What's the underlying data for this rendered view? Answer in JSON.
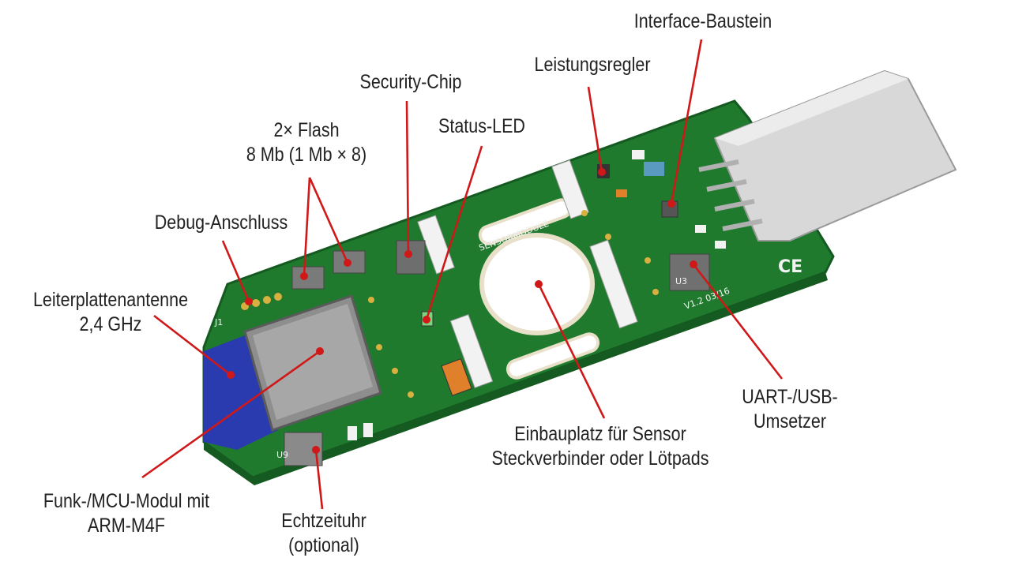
{
  "labels": {
    "interface": [
      "Interface-Baustein"
    ],
    "regulator": [
      "Leistungsregler"
    ],
    "security": [
      "Security-Chip"
    ],
    "led": [
      "Status-LED"
    ],
    "flash": [
      "2× Flash",
      "8 Mb (1 Mb × 8)"
    ],
    "debug": [
      "Debug-Anschluss"
    ],
    "antenna": [
      "Leiterplattenantenne",
      "2,4 GHz"
    ],
    "uart": [
      "UART-/USB-",
      "Umsetzer"
    ],
    "sensor": [
      "Einbauplatz für Sensor",
      "Steckverbinder oder Lötpads"
    ],
    "mcu": [
      "Funk-/MCU-Modul mit",
      "ARM-M4F"
    ],
    "rtc": [
      "Echtzeituhr",
      "(optional)"
    ]
  },
  "silkscreen": {
    "name": "SENSORMODULE",
    "version": "V1.2 03/16",
    "ce_mark": "CE",
    "refs": [
      "J1",
      "U3",
      "U9"
    ]
  },
  "colors": {
    "pcb": "#1f7a2e",
    "pcb_dark": "#155a20",
    "antenna": "#2a3bb0",
    "leader": "#d01818",
    "pad": "#d8b040"
  }
}
